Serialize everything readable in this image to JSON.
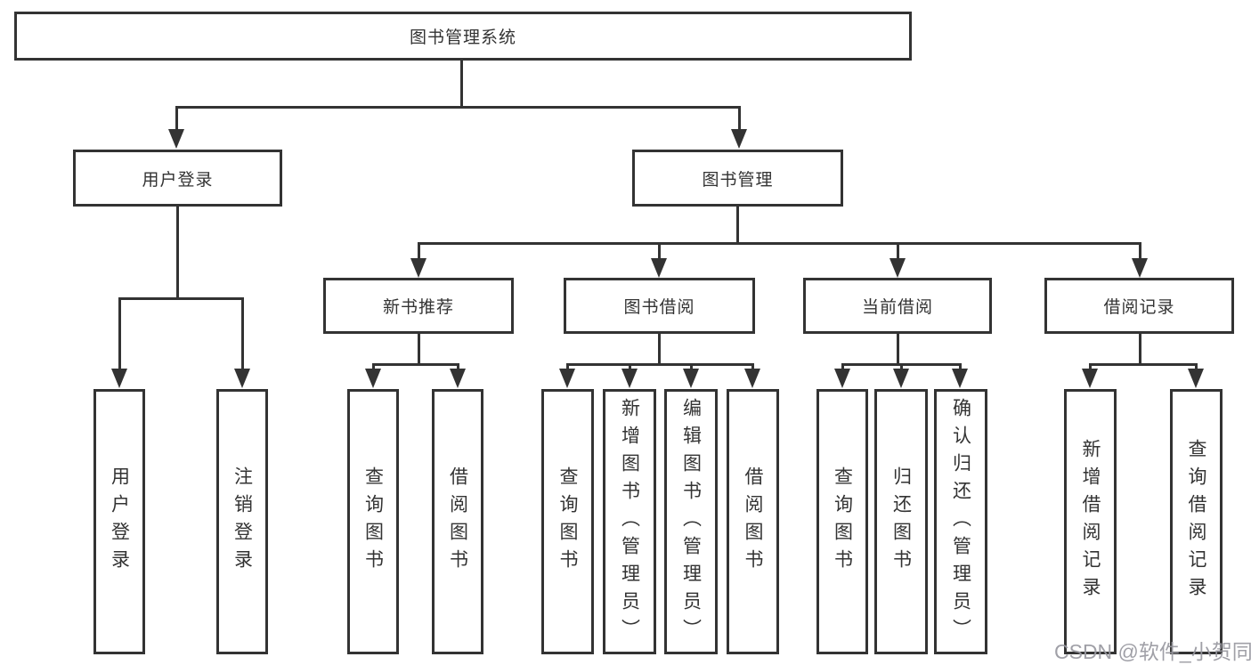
{
  "diagram": {
    "tree": {
      "label": "图书管理系统",
      "children": [
        {
          "label": "用户登录",
          "children": [
            {
              "label": "用户登录"
            },
            {
              "label": "注销登录"
            }
          ]
        },
        {
          "label": "图书管理",
          "children": [
            {
              "label": "新书推荐",
              "children": [
                {
                  "label": "查询图书"
                },
                {
                  "label": "借阅图书"
                }
              ]
            },
            {
              "label": "图书借阅",
              "children": [
                {
                  "label": "查询图书"
                },
                {
                  "label": "新增图书（管理员）"
                },
                {
                  "label": "编辑图书（管理员）"
                },
                {
                  "label": "借阅图书"
                }
              ]
            },
            {
              "label": "当前借阅",
              "children": [
                {
                  "label": "查询图书"
                },
                {
                  "label": "归还图书"
                },
                {
                  "label": "确认归还（管理员）"
                }
              ]
            },
            {
              "label": "借阅记录",
              "children": [
                {
                  "label": "新增借阅记录"
                },
                {
                  "label": "查询借阅记录"
                }
              ]
            }
          ]
        }
      ]
    },
    "watermark": "CSDN @软件_小贺同学",
    "colors": {
      "line": "#333333",
      "text": "#333333",
      "background": "#ffffff",
      "watermark": "#9898a0"
    }
  }
}
